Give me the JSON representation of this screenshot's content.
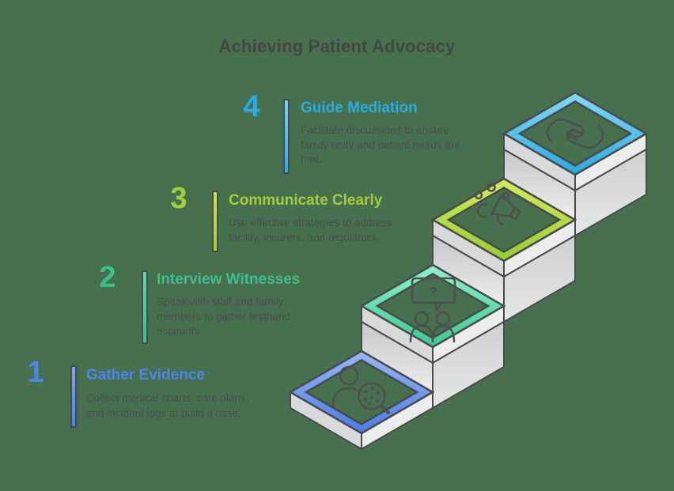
{
  "title": "Achieving Patient Advocacy",
  "background_color": "#47704F",
  "outline_color": "#4A4A4A",
  "steps": [
    {
      "number": "1",
      "heading": "Gather Evidence",
      "description": "Collect medical charts, care plans,\nand incident logs to build a case.",
      "accent": "#4C86EA",
      "band_gradient": [
        "#97B7F6",
        "#4A7CE8"
      ],
      "icon": "person-search-icon"
    },
    {
      "number": "2",
      "heading": "Interview Witnesses",
      "description": "Speak with staff and family\nmembers to gather firsthand\naccounts.",
      "accent": "#3DBE8D",
      "band_gradient": [
        "#8FF1CC",
        "#37CB91"
      ],
      "icon": "interview-question-icon",
      "icon_label": "?"
    },
    {
      "number": "3",
      "heading": "Communicate Clearly",
      "description": "Use effective strategies to address\nfacility, insurers, and regulators.",
      "accent": "#A4CE39",
      "band_gradient": [
        "#D3EC5C",
        "#95CD2E"
      ],
      "icon": "megaphone-icon"
    },
    {
      "number": "4",
      "heading": "Guide Mediation",
      "description": "Facilitate discussions to ensure\nfamily unity and patient needs are\nmet.",
      "accent": "#29ABE2",
      "band_gradient": [
        "#84D8F7",
        "#28AAE2"
      ],
      "icon": "handshake-icon"
    }
  ]
}
